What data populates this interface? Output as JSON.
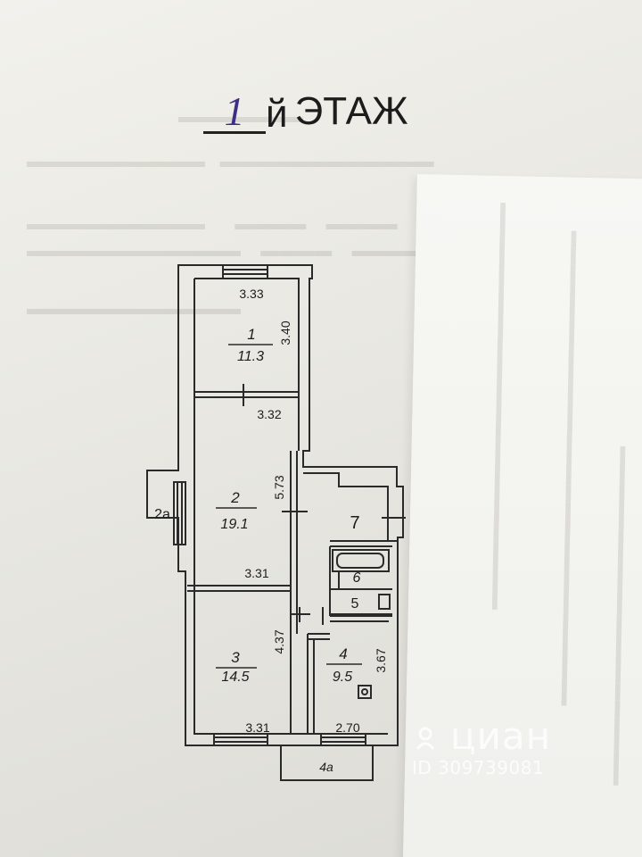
{
  "heading": {
    "floor_number": "1",
    "floor_suffix": "й",
    "floor_word": "ЭТАЖ"
  },
  "rooms": [
    {
      "number": "1",
      "area": "11.3"
    },
    {
      "number": "2",
      "area": "19.1"
    },
    {
      "number": "2а"
    },
    {
      "number": "3",
      "area": "14.5"
    },
    {
      "number": "4",
      "area": "9.5"
    },
    {
      "number": "4а"
    },
    {
      "number": "5"
    },
    {
      "number": "6"
    },
    {
      "number": "7"
    }
  ],
  "dimensions": {
    "room1_width": "3.33",
    "room1_depth": "3.40",
    "room2_top_width": "3.32",
    "room2_depth": "5.73",
    "room2_bottom_width": "3.31",
    "room3_depth": "4.37",
    "room3_width": "3.31",
    "room4_width": "2.70",
    "room4_depth": "3.67"
  },
  "watermark": {
    "brand": "циан",
    "id_text": "ID 309739081"
  },
  "colors": {
    "line": "#2a2a2a",
    "handwriting": "#3d2f86",
    "paper": "#f2f1ec"
  }
}
